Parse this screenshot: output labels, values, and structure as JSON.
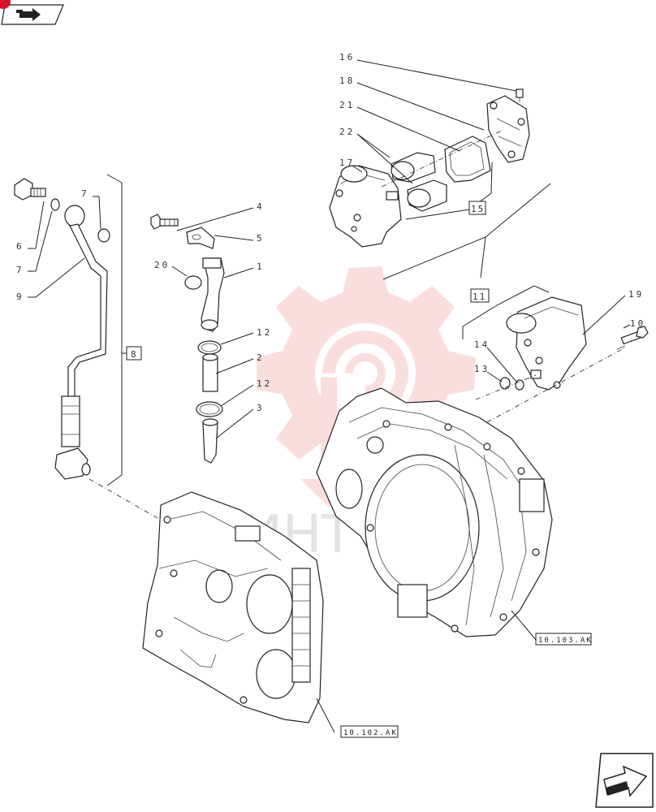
{
  "callouts": [
    "16",
    "18",
    "21",
    "22",
    "17",
    "15",
    "7",
    "6",
    "7",
    "9",
    "8",
    "4",
    "5",
    "20",
    "1",
    "12",
    "2",
    "12",
    "3",
    "11",
    "19",
    "10",
    "14",
    "13"
  ],
  "references": [
    "10.103.AK",
    "10.102.AK"
  ],
  "watermark": "ИНТ",
  "icons": {
    "top_nav": "arrow-right-icon",
    "bottom_nav": "arrow-right-icon",
    "corner_marker": "red-dot"
  },
  "colors": {
    "line": "#222222",
    "watermark": "#f3b8b8",
    "marker": "#d9102a"
  }
}
